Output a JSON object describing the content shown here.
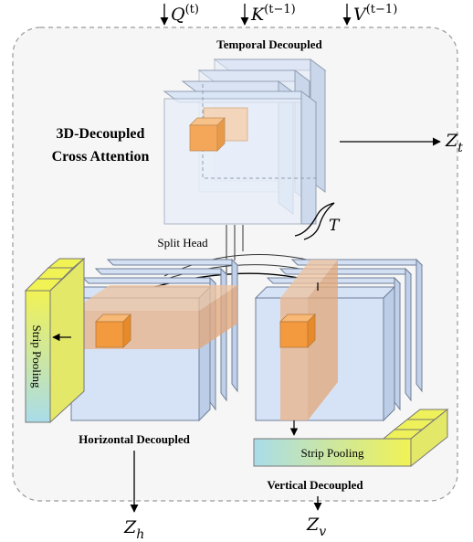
{
  "title": "3D-Decoupled Cross Attention",
  "title_line1": "3D-Decoupled",
  "title_line2": "Cross Attention",
  "inputs": {
    "q": {
      "base": "Q",
      "sup": "(t)"
    },
    "k": {
      "base": "K",
      "sup": "(t−1)"
    },
    "v": {
      "base": "V",
      "sup": "(t−1)"
    }
  },
  "temporal_label": "Temporal Decoupled",
  "horizontal_label": "Horizontal Decoupled",
  "vertical_label": "Vertical Decoupled",
  "split_head_label": "Split Head",
  "strip_pooling_left": "Strip Pooling",
  "strip_pooling_bottom": "Strip Pooling",
  "t_label": "T",
  "outputs": {
    "zt": {
      "base": "Z",
      "sub": "t"
    },
    "zh": {
      "base": "Z",
      "sub": "h"
    },
    "zv": {
      "base": "Z",
      "sub": "v"
    }
  },
  "colors": {
    "cube_face": "#d6e3f7",
    "cube_edge": "#7f8fa6",
    "orange": "#f4a347",
    "orange_band": "#eab389",
    "yellow": "#f2f25a",
    "teal": "#9fd6e6",
    "panel": "#f5f5f5"
  }
}
